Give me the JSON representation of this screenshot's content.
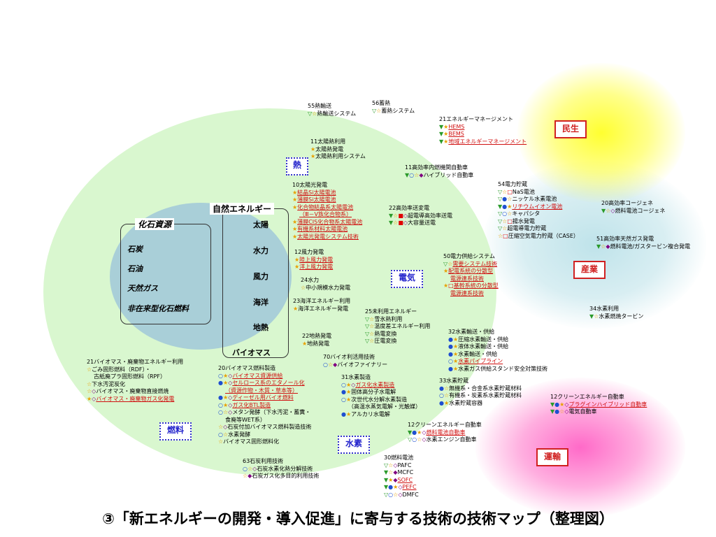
{
  "colors": {
    "green_area": "#d9f7cf",
    "blue_area": "#a9cfd8",
    "yellow_glow": "#ffff40",
    "pink_glow": "#ff8ad0",
    "cyan_glow": "#bfe3ea",
    "link_red": "#d01010",
    "tag_blue": "#2222cc",
    "tag_red": "#d02020"
  },
  "title": "③「新エネルギーの開発・導入促進」に寄与する技術の技術マップ（整理図）",
  "area_tags": {
    "heat": "熱",
    "electric": "電気",
    "fuel": "燃料",
    "hydrogen": "水素"
  },
  "sector_tags": {
    "household": "民生",
    "industry": "産業",
    "transport": "運輸"
  },
  "fossil": {
    "header": "化石資源",
    "items": [
      "石炭",
      "石油",
      "天然ガス",
      "非在来型化石燃料"
    ]
  },
  "natural": {
    "header": "自然エネルギー",
    "items": [
      "太陽",
      "水力",
      "風力",
      "海洋",
      "地熱",
      "バイオマス"
    ]
  },
  "groups": {
    "g55": {
      "title": "55熱輸送",
      "items": [
        {
          "m": "▽☆",
          "t": "熱輸送システム"
        }
      ]
    },
    "g56": {
      "title": "56蓄熱",
      "items": [
        {
          "m": "▽☆",
          "t": "蓄熱システム"
        }
      ]
    },
    "g21em": {
      "title": "21エネルギーマネージメント",
      "items": [
        {
          "m": "▼★",
          "t": "HEMS",
          "l": true
        },
        {
          "m": "▼★",
          "t": "BEMS",
          "l": true
        },
        {
          "m": "▼★",
          "t": "地域エネルギーマネージメント",
          "l": true
        }
      ]
    },
    "g11s": {
      "title": "11太陽熱利用",
      "items": [
        {
          "m": "★",
          "t": "太陽熱発電"
        },
        {
          "m": "★",
          "t": "太陽熱利用システム"
        }
      ]
    },
    "g11c": {
      "title": "11高効率内燃機関自動車",
      "items": [
        {
          "m": "▼○☆◆",
          "t": "ハイブリッド自動車"
        }
      ]
    },
    "g54": {
      "title": "54電力貯蔵",
      "items": [
        {
          "m": "▽☆□",
          "t": "NaS電池"
        },
        {
          "m": "▽●☆",
          "t": "ニッケル水素電池"
        },
        {
          "m": "▼●★",
          "t": "リチウムイオン電池",
          "l": true
        },
        {
          "m": "▽○☆",
          "t": "キャパシタ"
        },
        {
          "m": "▽☆□",
          "t": "揚水発電"
        },
        {
          "m": "▽☆",
          "t": "超電導電力貯蔵"
        },
        {
          "m": "☆□",
          "t": "圧縮空気電力貯蔵（CASE）"
        }
      ]
    },
    "g20co": {
      "title": "20高効率コージェネ",
      "items": [
        {
          "m": "▼☆◇",
          "t": "燃料電池コージェネ"
        }
      ]
    },
    "g10": {
      "title": "10太陽光発電",
      "items": [
        {
          "m": "★",
          "t": "結晶Si太陽電池",
          "l": true
        },
        {
          "m": "★",
          "t": "薄膜Si太陽電池",
          "l": true
        },
        {
          "m": "★",
          "t": "化合物結晶系太陽電池",
          "l": true
        },
        {
          "m": "",
          "t": "（Ⅲ－Ⅴ族化合物系）",
          "l": true
        },
        {
          "m": "★",
          "t": "薄膜CIS化合物系太陽電池",
          "l": true
        },
        {
          "m": "★",
          "t": "有機系材料太陽電池",
          "l": true
        },
        {
          "m": "★",
          "t": "太陽光発電システム技術",
          "l": true
        }
      ]
    },
    "g22t": {
      "title": "22高効率送変電",
      "items": [
        {
          "m": "▼☆■◇",
          "t": "超電導高効率送電"
        },
        {
          "m": "▼☆■◇",
          "t": "大容量送電"
        }
      ]
    },
    "g51": {
      "title": "51高効率天然ガス発電",
      "items": [
        {
          "m": "▼☆◆",
          "t": "燃料電池/ガスタービン複合発電"
        }
      ]
    },
    "g12w": {
      "title": "12風力発電",
      "items": [
        {
          "m": "★",
          "t": "陸上風力発電",
          "l": true
        },
        {
          "m": "★",
          "t": "洋上風力発電",
          "l": true
        }
      ]
    },
    "g50": {
      "title": "50電力供給システム",
      "items": [
        {
          "m": "▽☆",
          "t": "需要システム技術",
          "l": true
        },
        {
          "m": "★",
          "t": "配電系統の分散型",
          "l": true
        },
        {
          "m": "",
          "t": "電源連系技術",
          "l": true
        },
        {
          "m": "★□",
          "t": "基幹系統の分散型",
          "l": true
        },
        {
          "m": "",
          "t": "電源連系技術",
          "l": true
        }
      ]
    },
    "g24": {
      "title": "24水力",
      "items": [
        {
          "m": "☆",
          "t": "中小規模水力発電"
        }
      ]
    },
    "g23": {
      "title": "23海洋エネルギー利用",
      "items": [
        {
          "m": "★",
          "t": "海洋エネルギー発電"
        }
      ]
    },
    "g25": {
      "title": "25未利用エネルギー",
      "items": [
        {
          "m": "▽☆",
          "t": "雪氷熱利用"
        },
        {
          "m": "▽☆",
          "t": "温度差エネルギー利用"
        },
        {
          "m": "▽☆",
          "t": "熱電変換"
        },
        {
          "m": "▽☆",
          "t": "圧電変換"
        }
      ]
    },
    "g34": {
      "title": "34水素利用",
      "items": [
        {
          "m": "▼☆",
          "t": "水素燃焼タービン"
        }
      ]
    },
    "g22g": {
      "title": "22地熱発電",
      "items": [
        {
          "m": "★",
          "t": "地熱発電"
        }
      ]
    },
    "g32": {
      "title": "32水素輸送・供給",
      "items": [
        {
          "m": "●★",
          "t": "圧縮水素輸送・供給"
        },
        {
          "m": "●★",
          "t": "液体水素輸送・供給"
        },
        {
          "m": "●★",
          "t": "水素輸送・供給"
        },
        {
          "m": "○★",
          "t": "水素パイプライン",
          "l": true
        },
        {
          "m": "●★",
          "t": "水素ガス供給スタンド安全対策技術"
        }
      ]
    },
    "g70": {
      "title": "70バイオ利活用技術",
      "items": [
        {
          "m": "○☆◆",
          "t": "バイオファイナリー"
        }
      ]
    },
    "g21b": {
      "title": "21バイオマス・廃棄物エネルギー利用",
      "items": [
        {
          "m": "☆",
          "t": "ごみ固形燃料（RDF）・"
        },
        {
          "m": "",
          "t": "古紙廃プラ固形燃料（RPF）"
        },
        {
          "m": "☆",
          "t": "下水汚泥炭化"
        },
        {
          "m": "☆◇",
          "t": "バイオマス・廃棄物直接燃焼"
        },
        {
          "m": "★◇",
          "t": "バイオマス・廃棄物ガス化発電",
          "l": true
        }
      ]
    },
    "g20b": {
      "title": "20バイオマス燃料製造",
      "items": [
        {
          "m": "○★◇",
          "t": "バイオマス資源供給",
          "l": true
        },
        {
          "m": "●★◇",
          "t": "セルロース系のエタノール化",
          "l": true
        },
        {
          "m": "",
          "t": "（資源作物・木質・草本等）",
          "l": true
        },
        {
          "m": "●★◇",
          "t": "ディーゼル用バイオ燃料",
          "l": true
        },
        {
          "m": "○★◇",
          "t": "ガス化BTL製造",
          "l": true
        },
        {
          "m": "○☆◇",
          "t": "メタン発酵（下水汚泥・蓄糞・"
        },
        {
          "m": "",
          "t": "食廃等WET系）"
        },
        {
          "m": "☆◇",
          "t": "石炭付加バイオマス燃料製造技術"
        },
        {
          "m": "○☆",
          "t": "水素発酵"
        },
        {
          "m": "☆",
          "t": "バイオマス固形燃料化"
        }
      ]
    },
    "g31": {
      "title": "31水素製造",
      "items": [
        {
          "m": "○★◇",
          "t": "ガス化水素製造",
          "l": true
        },
        {
          "m": "●★",
          "t": "固体高分子水電解"
        },
        {
          "m": "○★",
          "t": "次世代水分解水素製造"
        },
        {
          "m": "",
          "t": "（高温水蒸気電解・光触媒）"
        },
        {
          "m": "●★",
          "t": "アルカリ水電解"
        }
      ]
    },
    "g33": {
      "title": "33水素貯蔵",
      "items": [
        {
          "m": "●☆",
          "t": "無機系・合金系水素貯蔵材料"
        },
        {
          "m": "○☆",
          "t": "有機系・炭素系水素貯蔵材料"
        },
        {
          "m": "●★",
          "t": "水素貯蔵容器"
        }
      ]
    },
    "g12cr": {
      "title": "12クリーンエネルギー自動車",
      "items": [
        {
          "m": "▼●★◇",
          "t": "プラグインハイブリッド自動車",
          "l": true
        },
        {
          "m": "▼●☆◇",
          "t": "電気自動車"
        }
      ]
    },
    "g12cc": {
      "title": "12クリーンエネルギー自動車",
      "items": [
        {
          "m": "▼●★◇",
          "t": "燃料電池自動車",
          "l": true
        },
        {
          "m": "▽○☆◇",
          "t": "水素エンジン自動車"
        }
      ]
    },
    "g63": {
      "title": "63石炭利用技術",
      "items": [
        {
          "m": "○☆◇",
          "t": "石炭水素化熱分解技術"
        },
        {
          "m": "☆◆",
          "t": "石炭ガス化多目的利用技術"
        }
      ]
    },
    "g30": {
      "title": "30燃料電池",
      "items": [
        {
          "m": "▽☆◇",
          "t": "PAFC"
        },
        {
          "m": "▼☆◆",
          "t": "MCFC"
        },
        {
          "m": "▼★◆",
          "t": "SOFC",
          "l": true
        },
        {
          "m": "▼●★◇",
          "t": "PEFC",
          "l": true
        },
        {
          "m": "▽○☆◇",
          "t": "DMFC"
        }
      ]
    }
  }
}
